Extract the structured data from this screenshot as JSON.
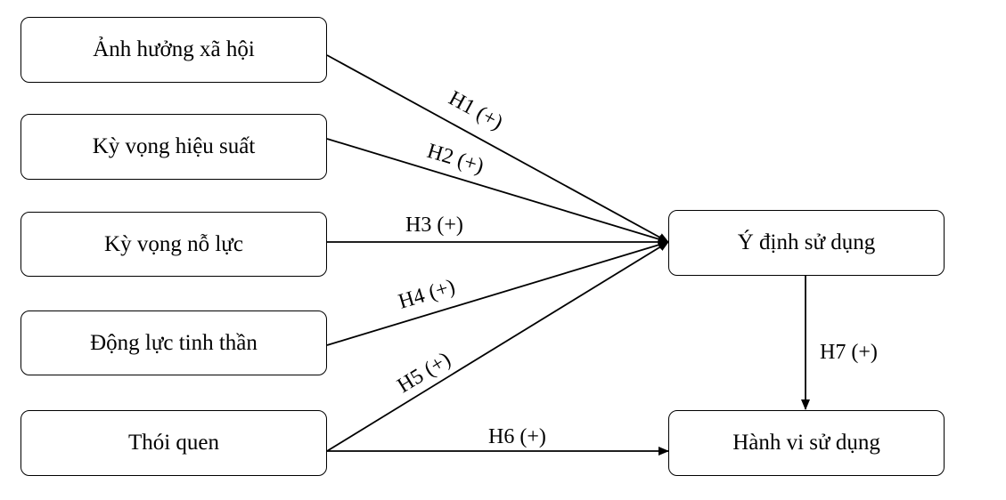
{
  "nodes": {
    "anh_huong_xa_hoi": "Ảnh hưởng xã hội",
    "ky_vong_hieu_suat": "Kỳ vọng hiệu suất",
    "ky_vong_no_luc": "Kỳ vọng nỗ lực",
    "dong_luc_tinh_than": "Động lực tinh thần",
    "thoi_quen": "Thói quen",
    "y_dinh_su_dung": "Ý định sử dụng",
    "hanh_vi_su_dung": "Hành vi sử dụng"
  },
  "edges": {
    "h1": "H1 (+)",
    "h2": "H2 (+)",
    "h3": "H3 (+)",
    "h4": "H4 (+)",
    "h5": "H5 (+)",
    "h6": "H6 (+)",
    "h7": "H7 (+)"
  }
}
